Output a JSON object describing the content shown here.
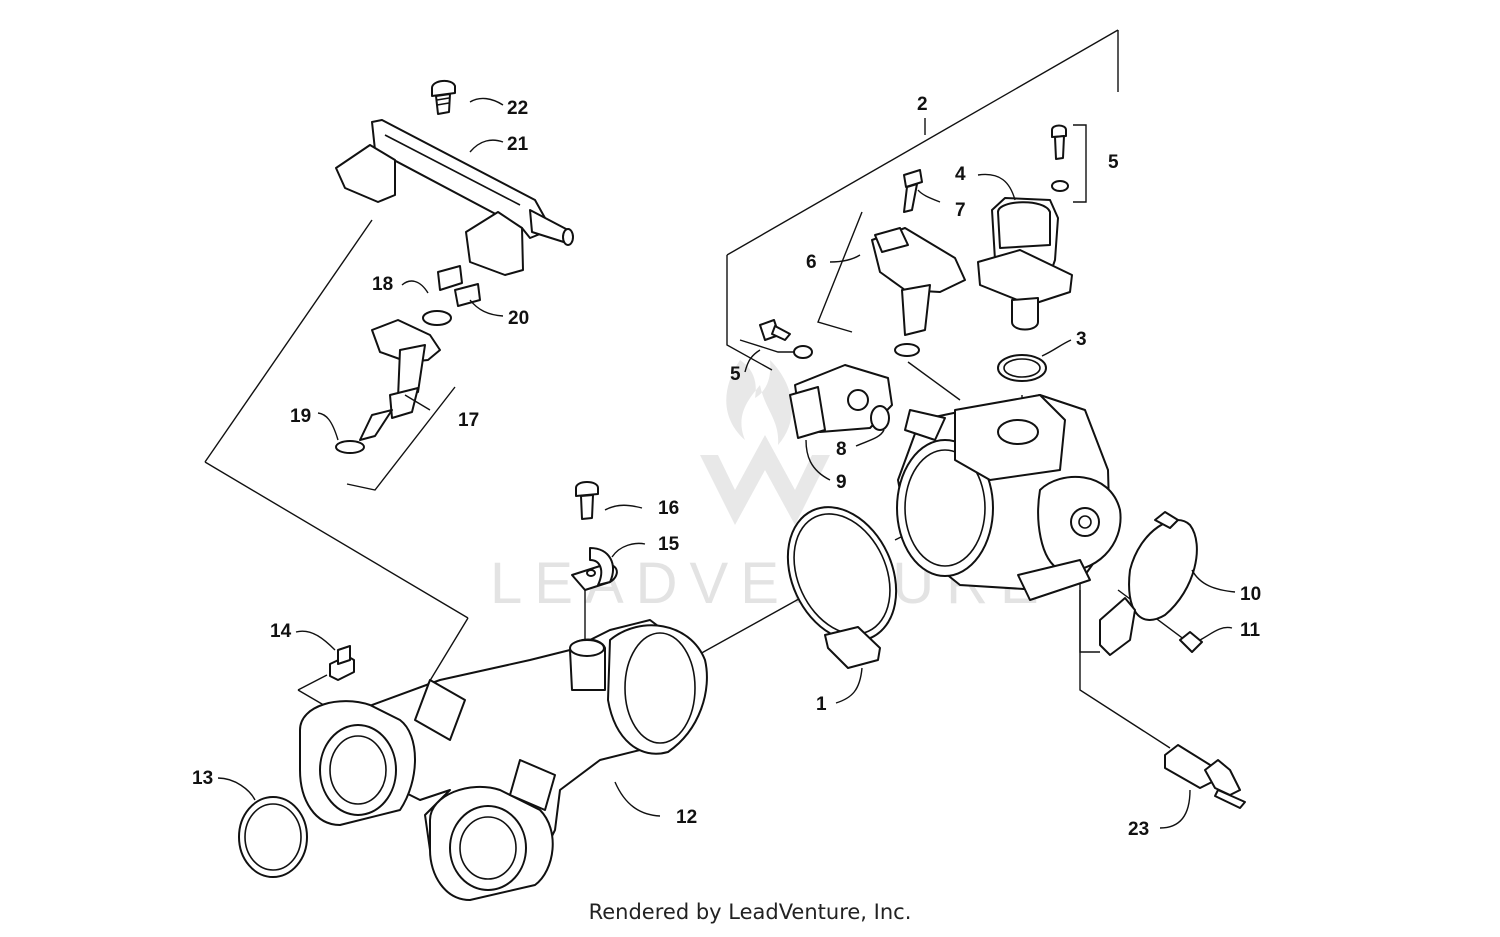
{
  "diagram": {
    "callouts": [
      {
        "id": "c1",
        "label": "1"
      },
      {
        "id": "c2",
        "label": "2"
      },
      {
        "id": "c3",
        "label": "3"
      },
      {
        "id": "c4",
        "label": "4"
      },
      {
        "id": "c5a",
        "label": "5"
      },
      {
        "id": "c5b",
        "label": "5"
      },
      {
        "id": "c6",
        "label": "6"
      },
      {
        "id": "c7",
        "label": "7"
      },
      {
        "id": "c8",
        "label": "8"
      },
      {
        "id": "c9",
        "label": "9"
      },
      {
        "id": "c10",
        "label": "10"
      },
      {
        "id": "c11",
        "label": "11"
      },
      {
        "id": "c12",
        "label": "12"
      },
      {
        "id": "c13",
        "label": "13"
      },
      {
        "id": "c14",
        "label": "14"
      },
      {
        "id": "c15",
        "label": "15"
      },
      {
        "id": "c16",
        "label": "16"
      },
      {
        "id": "c17",
        "label": "17"
      },
      {
        "id": "c18",
        "label": "18"
      },
      {
        "id": "c19",
        "label": "19"
      },
      {
        "id": "c20",
        "label": "20"
      },
      {
        "id": "c21",
        "label": "21"
      },
      {
        "id": "c22",
        "label": "22"
      },
      {
        "id": "c23",
        "label": "23"
      }
    ]
  },
  "watermark": {
    "text": "LEADVENTURE"
  },
  "footer": {
    "text": "Rendered by LeadVenture, Inc."
  },
  "colors": {
    "line": "#111111",
    "watermark": "#e3e3e3",
    "background": "#ffffff"
  }
}
